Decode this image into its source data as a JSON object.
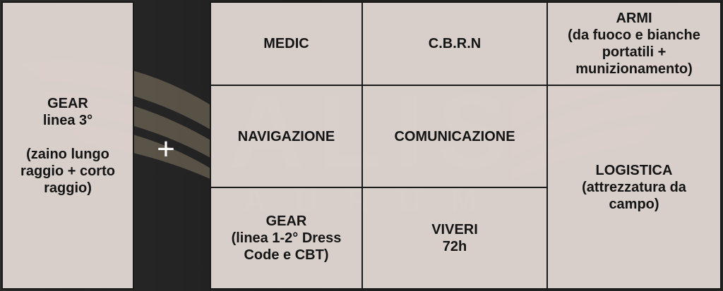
{
  "left_box": {
    "label": "GEAR\nlinea 3°\n\n(zaino lungo\nraggio + corto\nraggio)"
  },
  "connector": {
    "symbol": "+"
  },
  "cells": {
    "medic": "MEDIC",
    "cbrn": "C.B.R.N",
    "armi": "ARMI\n(da fuoco e bianche\nportatili +\nmunizionamento)",
    "navigazione": "NAVIGAZIONE",
    "comunicazione": "COMUNICAZIONE",
    "logistica": "LOGISTICA\n(attrezzatura da\ncampo)",
    "gear_dress": "GEAR\n(linea 1-2° Dress\nCode e CBT)",
    "viveri": "VIVERI\n72h"
  },
  "watermark": {
    "brand": "ALIS",
    "sub": "AURUM"
  },
  "colors": {
    "cell_background": "#ded4d0",
    "cell_border": "#1a1a1a",
    "page_background": "#262626",
    "text": "#141414",
    "plus": "#ffffff"
  }
}
